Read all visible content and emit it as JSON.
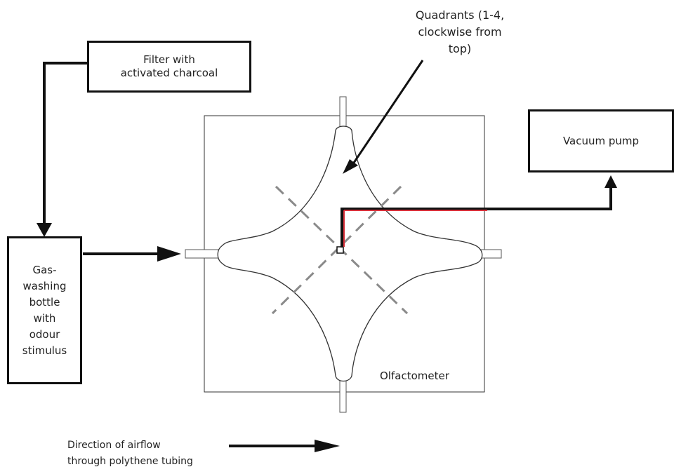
{
  "filter": {
    "label": "Filter with\nactivated charcoal"
  },
  "gas_bottle": {
    "label": "Gas-\nwashing\nbottle\nwith\nodour\nstimulus"
  },
  "vacuum": {
    "label": "Vacuum pump"
  },
  "quadrants": {
    "label": "Quadrants (1-4,\nclockwise from\ntop)"
  },
  "olfactometer": {
    "label": "Olfactometer"
  },
  "airflow": {
    "label": "Direction of airflow\nthrough polythene tubing"
  },
  "colors": {
    "line": "#111111",
    "dash": "#8a8a8a",
    "accent": "#d9303a",
    "box_border": "#111111"
  }
}
